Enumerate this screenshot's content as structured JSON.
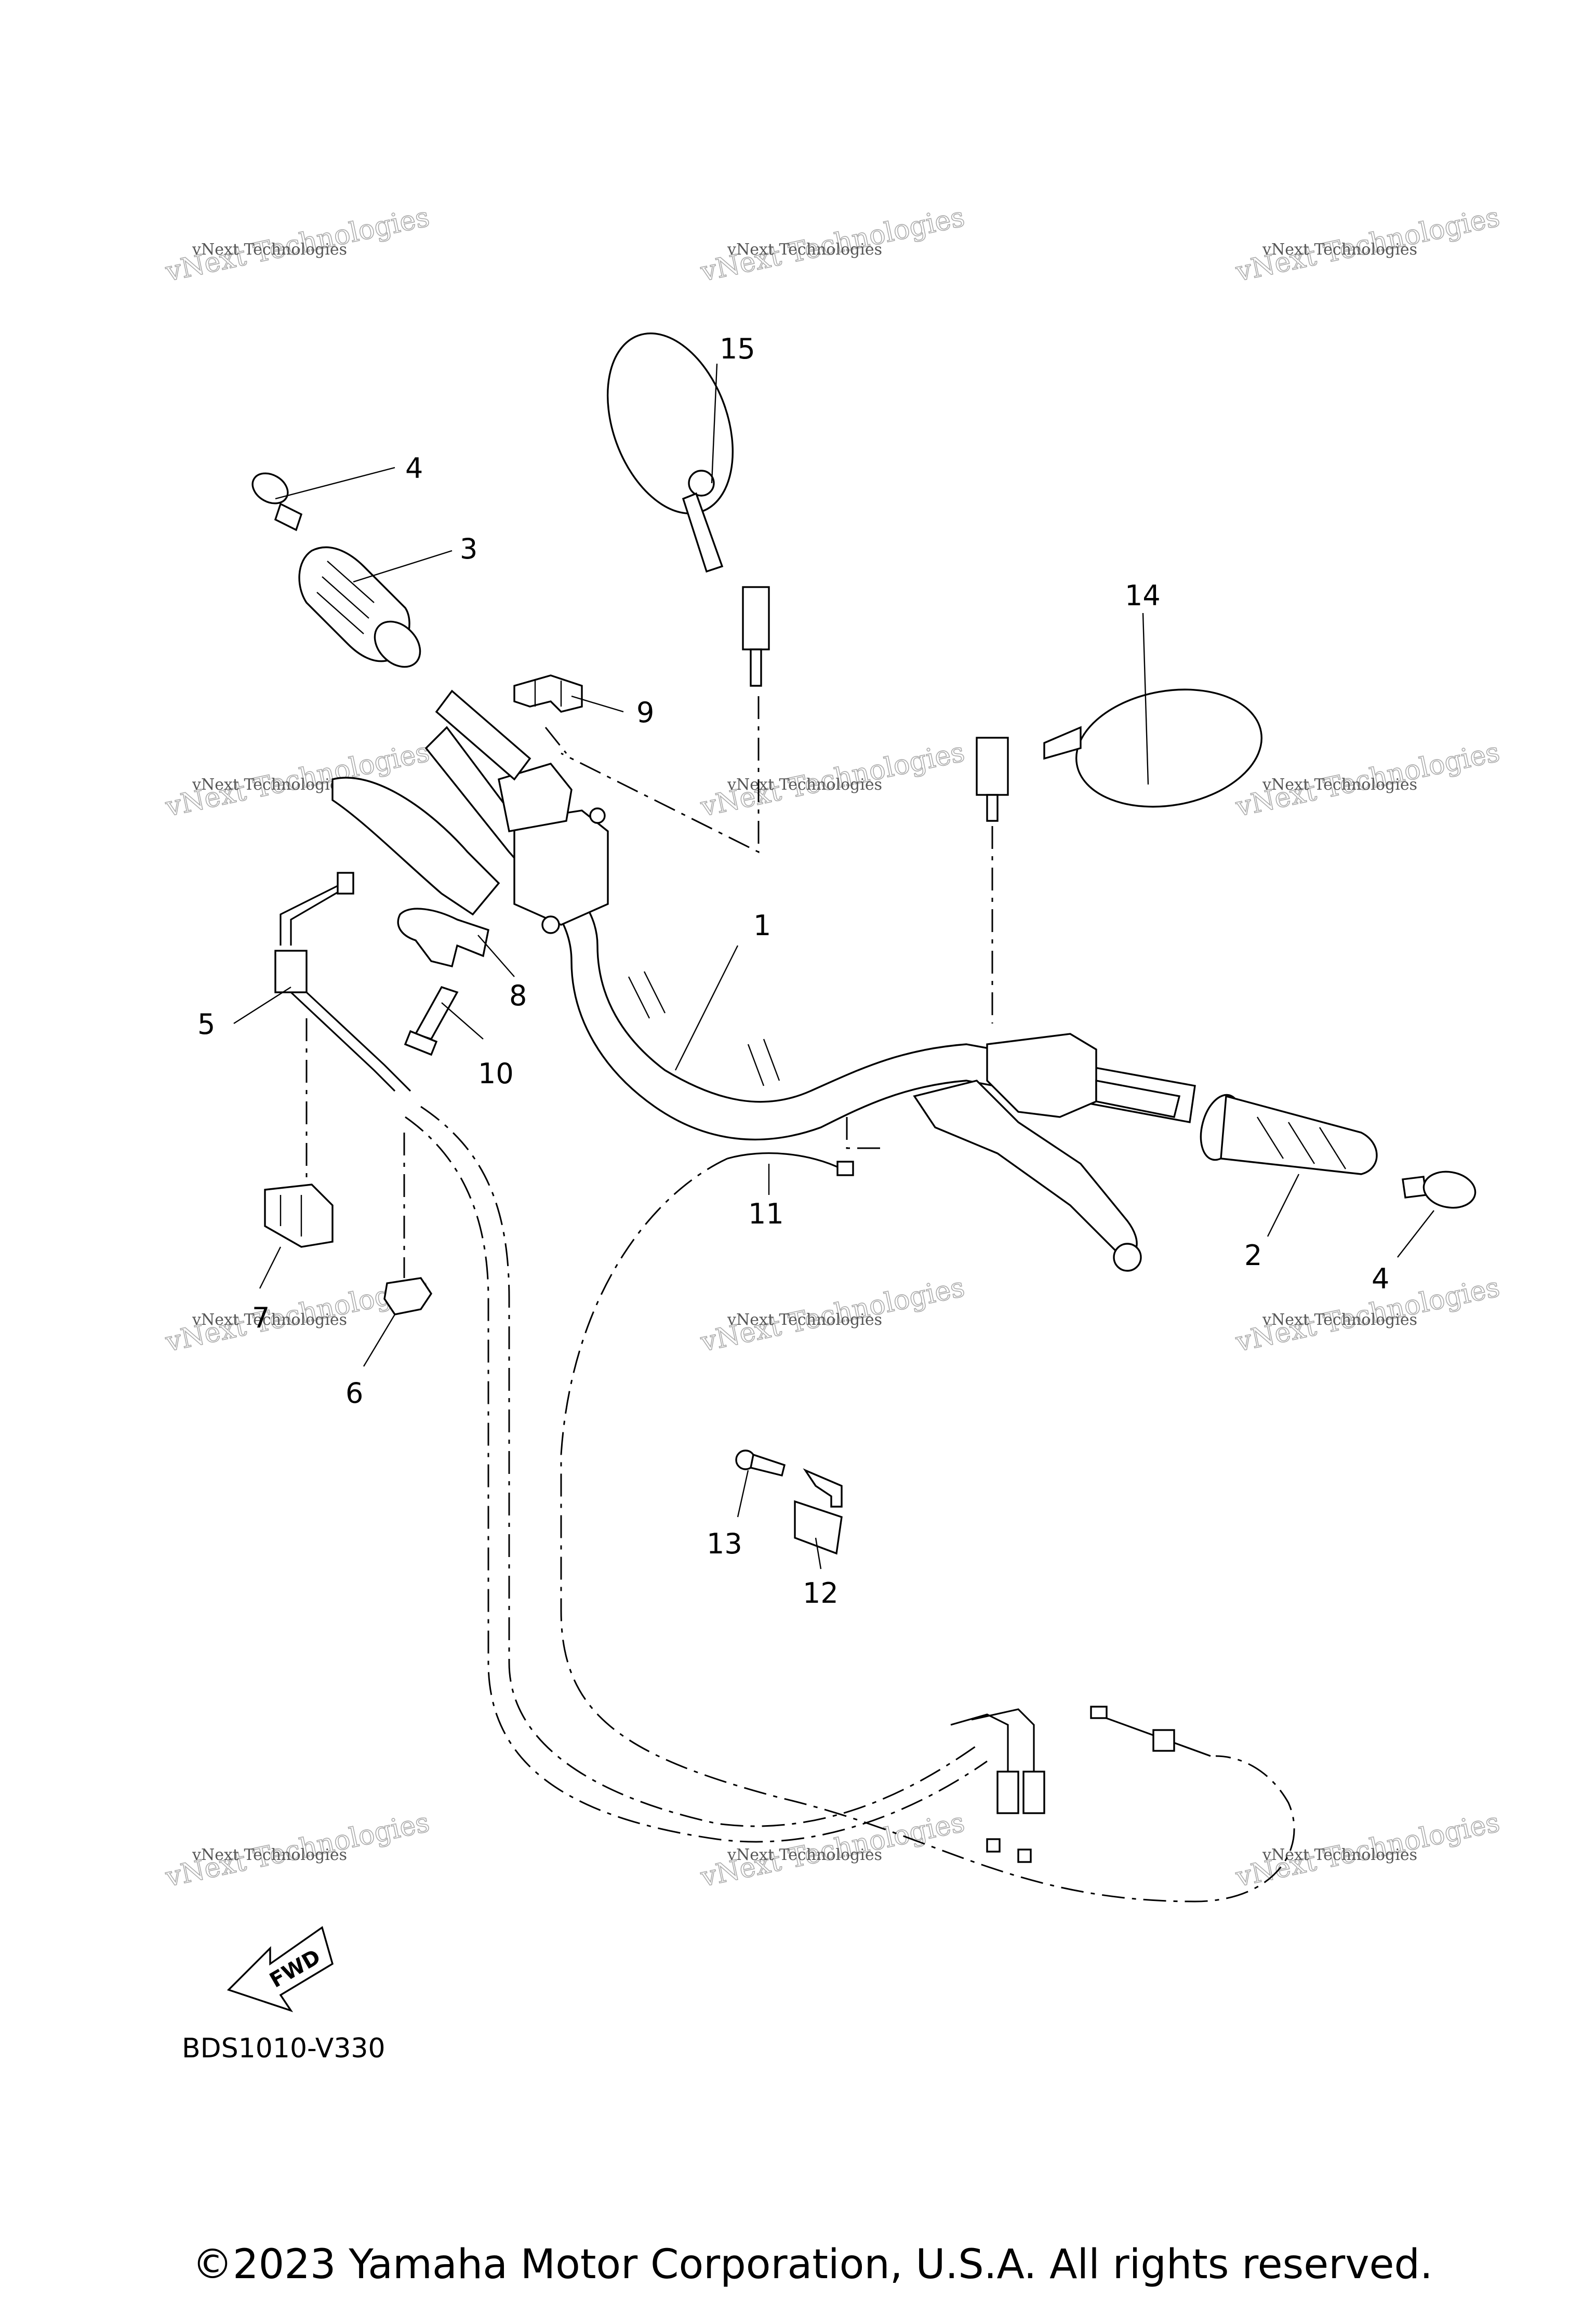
{
  "watermark": {
    "line1": "vNext Technologies",
    "line2": "vNext Technologies"
  },
  "callouts": {
    "c1": "1",
    "c2": "2",
    "c3": "3",
    "c4a": "4",
    "c4b": "4",
    "c5": "5",
    "c6": "6",
    "c7": "7",
    "c8": "8",
    "c9": "9",
    "c10": "10",
    "c11": "11",
    "c12": "12",
    "c13": "13",
    "c14": "14",
    "c15": "15"
  },
  "fwd_label": "FWD",
  "diagram_code": "BDS1010-V330",
  "copyright": "©2023 Yamaha Motor Corporation, U.S.A. All rights reserved."
}
